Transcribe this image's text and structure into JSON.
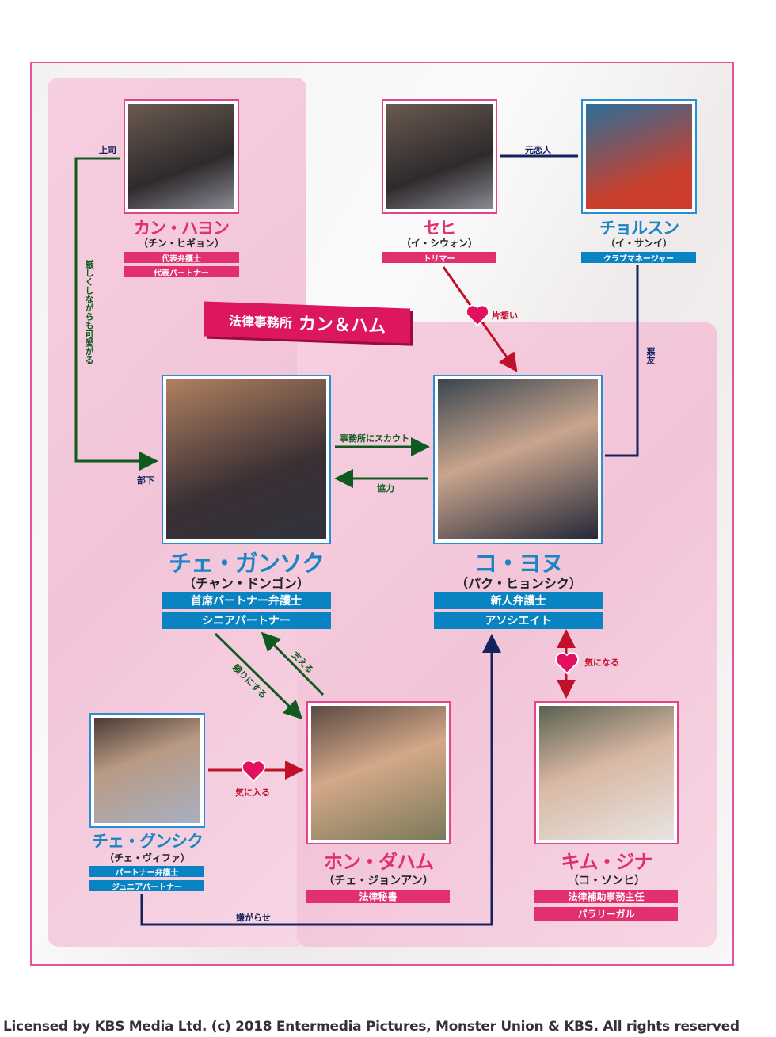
{
  "banner": {
    "prefix": "法律事務所",
    "name": "カン＆ハム"
  },
  "characters": {
    "kang": {
      "name": "カン・ハヨン",
      "actor": "（チン・ヒギョン）",
      "roles": [
        "代表弁護士",
        "代表パートナー"
      ]
    },
    "sehi": {
      "name": "セヒ",
      "actor": "（イ・シウォン）",
      "roles": [
        "トリマー"
      ]
    },
    "cheol": {
      "name": "チョルスン",
      "actor": "（イ・サンイ）",
      "roles": [
        "クラブマネージャー"
      ]
    },
    "choi": {
      "name": "チェ・ガンソク",
      "actor": "（チャン・ドンゴン）",
      "roles": [
        "首席パートナー弁護士",
        "シニアパートナー"
      ]
    },
    "ko": {
      "name": "コ・ヨヌ",
      "actor": "（パク・ヒョンシク）",
      "roles": [
        "新人弁護士",
        "アソシエイト"
      ]
    },
    "geun": {
      "name": "チェ・グンシク",
      "actor": "（チェ・ヴィファ）",
      "roles": [
        "パートナー弁護士",
        "ジュニアパートナー"
      ]
    },
    "hong": {
      "name": "ホン・ダハム",
      "actor": "（チェ・ジョンアン）",
      "roles": [
        "法律秘書"
      ]
    },
    "kim": {
      "name": "キム・ジナ",
      "actor": "（コ・ソンヒ）",
      "roles": [
        "法律補助事務主任",
        "パラリーガル"
      ]
    }
  },
  "relations": {
    "boss": "上司",
    "strict": "厳しくしながらも可愛がる",
    "subordinate": "部下",
    "ex": "元恋人",
    "crush": "片想い",
    "badfriend": "悪友",
    "scout": "事務所にスカウト",
    "cooperate": "協力",
    "support": "支える",
    "rely": "頼りにする",
    "interested": "気になる",
    "likes": "気に入る",
    "harass": "嫌がらせ"
  },
  "footer": "Licensed by KBS Media Ltd. (c) 2018 Entermedia Pictures, Monster Union & KBS. All rights reserved"
}
